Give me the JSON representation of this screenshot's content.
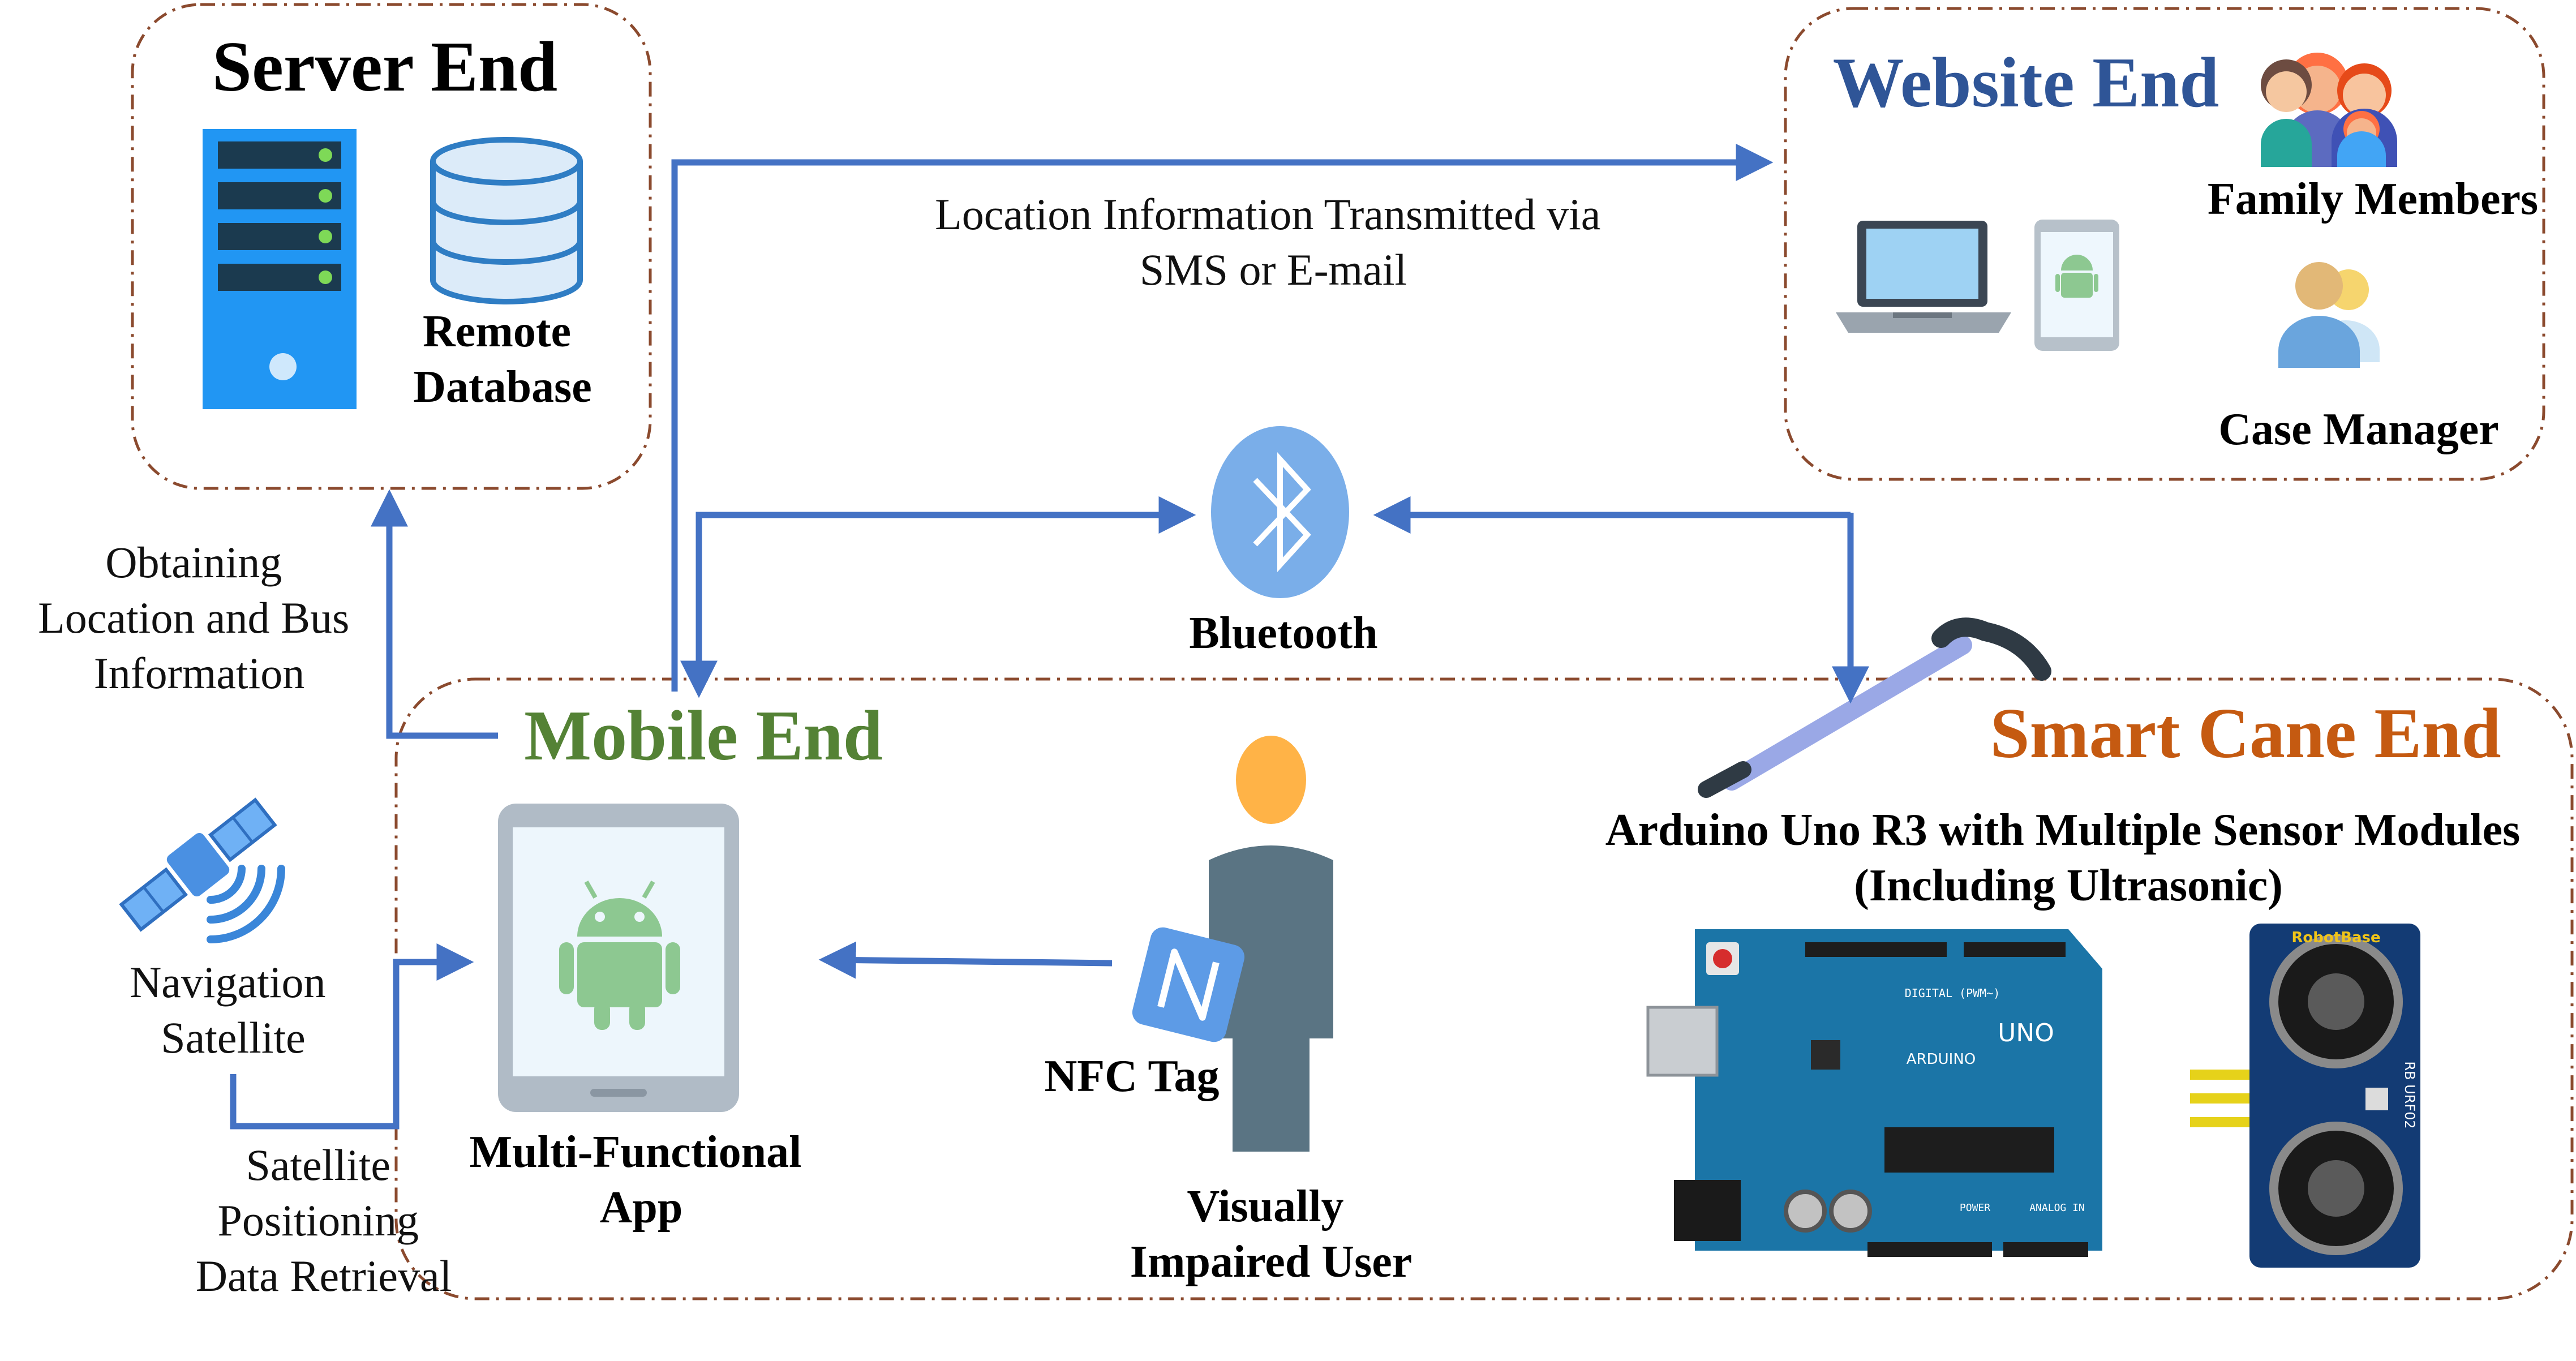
{
  "regions": {
    "server": {
      "title": "Server End",
      "title_color": "#000000",
      "database_label": [
        "Remote",
        "Database"
      ]
    },
    "website": {
      "title": "Website End",
      "title_color": "#2f5597",
      "family_label": "Family Members",
      "case_label": "Case Manager"
    },
    "mobile": {
      "title": "Mobile End",
      "title_color": "#548235",
      "app_label": [
        "Multi-Functional",
        "App"
      ]
    },
    "cane": {
      "title": "Smart Cane End",
      "title_color": "#c55a11",
      "hardware_label": [
        "Arduino Uno R3 with Multiple Sensor Modules",
        "(Including Ultrasonic)"
      ]
    }
  },
  "center": {
    "bluetooth_label": "Bluetooth",
    "transmit_label": [
      "Location Information Transmitted via",
      "SMS or E-mail"
    ]
  },
  "left": {
    "obtain_label": [
      "Obtaining",
      "Location and Bus",
      "Information"
    ],
    "satellite_label": [
      "Navigation",
      "Satellite"
    ],
    "retrieval_label": [
      "Satellite",
      "Positioning",
      "Data Retrieval"
    ]
  },
  "user": {
    "nfc_label": "NFC Tag",
    "user_label": [
      "Visually",
      "Impaired User"
    ]
  },
  "boards": {
    "arduino_marks": [
      "DIGITAL (PWM~)",
      "UNO",
      "ARDUINO",
      "POWER",
      "ANALOG IN"
    ],
    "sensor_marks": [
      "RobotBase",
      "RB URF02"
    ]
  },
  "colors": {
    "arrow": "#4472c4",
    "region_border": "#8b4a2e",
    "bluetooth": "#7aaee9",
    "server_blue": "#2196f3"
  },
  "icons": [
    "server-icon",
    "database-icon",
    "family-icon",
    "laptop-icon",
    "phone-icon",
    "case-manager-icon",
    "bluetooth-icon",
    "satellite-icon",
    "tablet-icon",
    "android-icon",
    "user-silhouette-icon",
    "nfc-tag-icon",
    "cane-icon",
    "arduino-board-icon",
    "ultrasonic-sensor-icon"
  ]
}
